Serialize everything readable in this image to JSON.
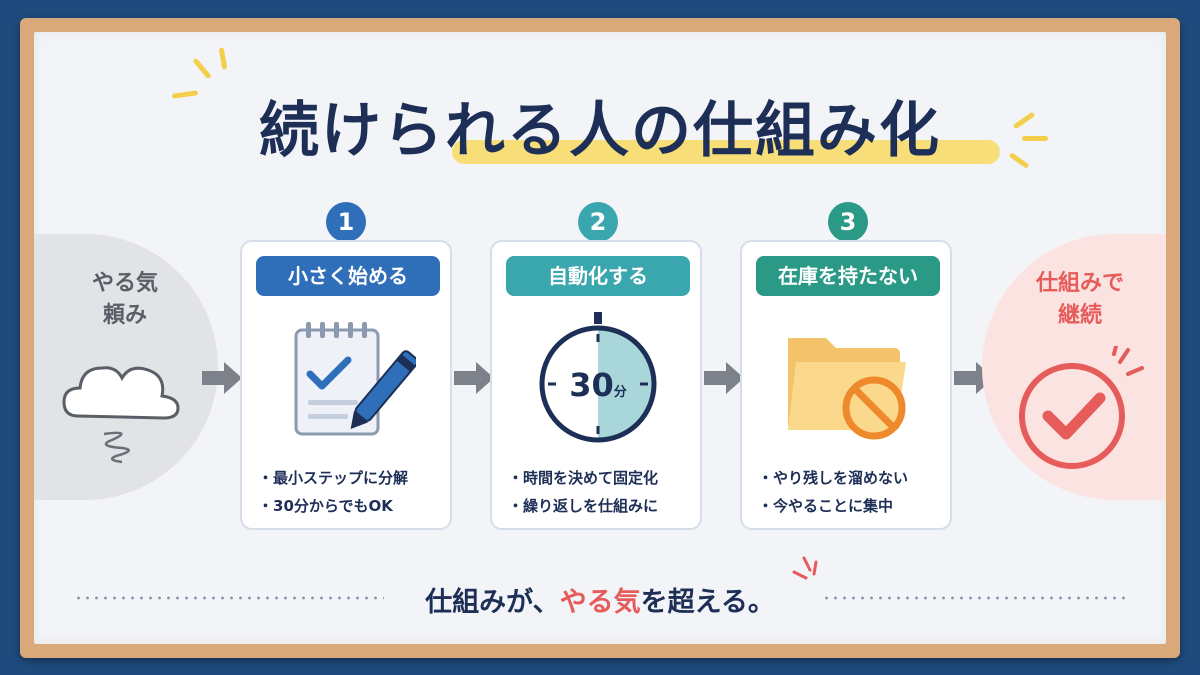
{
  "title": "続けられる人の仕組み化",
  "left_state": {
    "line1": "やる気",
    "line2": "頼み"
  },
  "right_state": {
    "line1": "仕組みで",
    "line2": "継続"
  },
  "steps": [
    {
      "number": "1",
      "label": "小さく始める",
      "bullets": [
        "最小ステップに分解",
        "30分からでもOK"
      ],
      "color": "#2f6fba"
    },
    {
      "number": "2",
      "label": "自動化する",
      "bullets": [
        "時間を決めて固定化",
        "繰り返しを仕組みに"
      ],
      "color": "#3aa6ae"
    },
    {
      "number": "3",
      "label": "在庫を持たない",
      "bullets": [
        "やり残しを溜めない",
        "今やることに集中"
      ],
      "color": "#2a9a86"
    }
  ],
  "timer_label": {
    "value": "30",
    "unit": "分"
  },
  "tagline": {
    "before": "仕組みが、",
    "highlight": "やる気",
    "after": "を超える。"
  },
  "colors": {
    "title": "#1d2f56",
    "accent_red": "#e65c5a",
    "highlight_yellow": "#f7dc6a"
  },
  "icons": [
    "cloud-icon",
    "notepad-check-icon",
    "pen-icon",
    "timer-icon",
    "folder-icon",
    "prohibited-icon",
    "check-circle-icon",
    "arrow-right-icon"
  ]
}
